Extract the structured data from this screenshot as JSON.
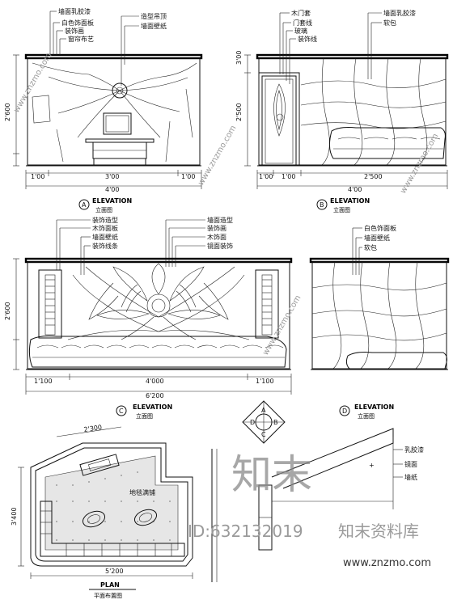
{
  "drawing": {
    "panels": [
      {
        "id": "A",
        "title": "ELEVATION",
        "subtitle": "立面图",
        "dims": [
          "1'00",
          "3'00",
          "1'00",
          "4'00"
        ]
      },
      {
        "id": "B",
        "title": "ELEVATION",
        "subtitle": "立面图",
        "dims": [
          "1'00",
          "1'00",
          "2'500",
          "4'00"
        ]
      },
      {
        "id": "C",
        "title": "ELEVATION",
        "subtitle": "立面图",
        "dims": [
          "1'100",
          "4'000",
          "1'100",
          "6'200"
        ]
      },
      {
        "id": "D",
        "title": "ELEVATION",
        "subtitle": "立面图"
      }
    ],
    "plan": {
      "title": "PLAN",
      "subtitle": "平面布置图",
      "dims": [
        "5'200",
        "3'400",
        "2'300"
      ],
      "floor_note": "地毯满铺"
    },
    "heights": [
      "2'600",
      "3'00",
      "2'500"
    ],
    "section_labels": {
      "ceiling_paint": "乳胶漆",
      "mirror": "镜面",
      "wall_note": "墙纸"
    },
    "watermark": {
      "big": "知末",
      "id": "ID:632132019",
      "cn": "知末资料库",
      "site": "www.znzmo.com"
    }
  }
}
